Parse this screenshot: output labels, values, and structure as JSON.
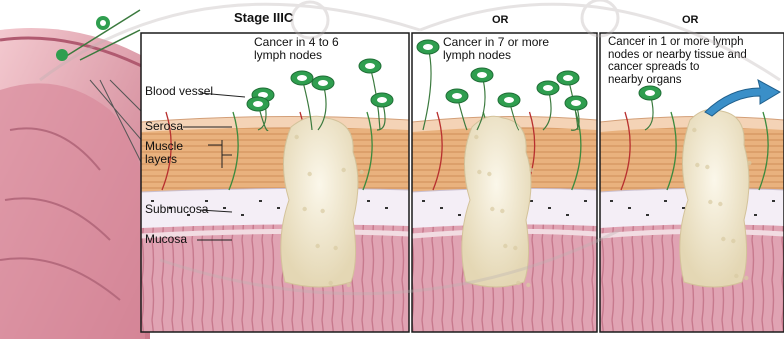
{
  "figure": {
    "stage_heading": "Stage IIIC",
    "panel_separators": [
      "OR",
      "OR"
    ],
    "panels": [
      {
        "caption": "Cancer in 4 to 6\nlymph nodes",
        "lymph_nodes_involved": "4 to 6"
      },
      {
        "caption": "Cancer in 7 or more\nlymph nodes",
        "lymph_nodes_involved": "7 or more"
      },
      {
        "caption": "Cancer in 1 or more lymph\nnodes or nearby tissue and\ncancer spreads to\nnearby organs",
        "lymph_nodes_involved": "1 or more"
      }
    ],
    "layer_labels": {
      "blood_vessel": "Blood vessel",
      "serosa": "Serosa",
      "muscle_layers": "Muscle\nlayers",
      "submucosa": "Submucosa",
      "mucosa": "Mucosa"
    }
  },
  "colors": {
    "muscle": "#e9b27e",
    "muscle_stripe": "#cf8d58",
    "serosa": "#f4d3b6",
    "submucosa": "#f4eef6",
    "mucosa": "#e0a3b3",
    "mucosa_fold": "#c7798d",
    "tumor": "#efe7cf",
    "lymph_node": "#2f9e4f",
    "lymph_node_center": "#ffffff",
    "arrow": "#3a8fc8",
    "panel_border": "#1a1a1a",
    "watermark": "#b9b1b1"
  }
}
